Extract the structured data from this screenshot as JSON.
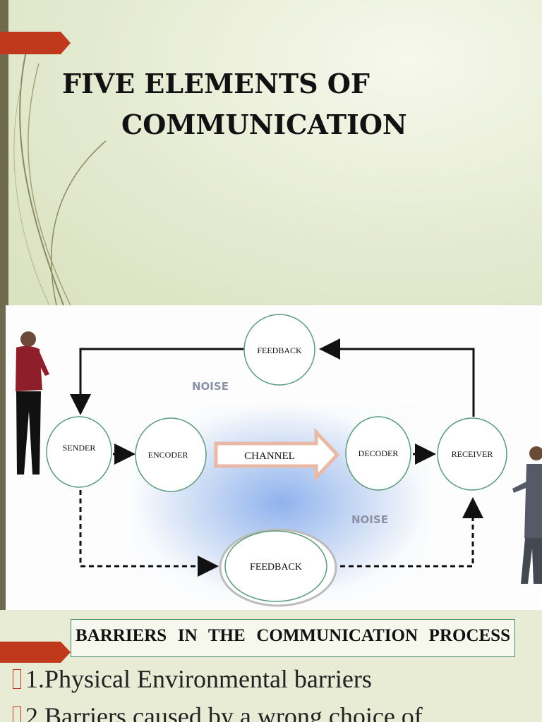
{
  "title": {
    "line1": "FIVE ELEMENTS OF",
    "line2": "COMMUNICATION"
  },
  "diagram": {
    "nodes": {
      "sender": "SENDER",
      "encoder": "ENCODER",
      "channel": "CHANNEL",
      "decoder": "DECODER",
      "receiver": "RECEIVER",
      "feedback_top": "FEEDBACK",
      "feedback_bottom": "FEEDBACK"
    },
    "noise_top": "NOISE",
    "noise_bottom": "NOISE",
    "colors": {
      "arrow": "#111111",
      "node_stroke": "#5a9a7a",
      "channel_arrow": "#e8b9a6",
      "glow": "#8fb3ee"
    }
  },
  "barriers": {
    "heading": "BARRIERS IN THE COMMUNICATION PROCESS",
    "items": [
      "1.Physical Environmental barriers",
      "2.Barriers caused by a wrong choice of"
    ]
  },
  "accent_color": "#c0391d"
}
